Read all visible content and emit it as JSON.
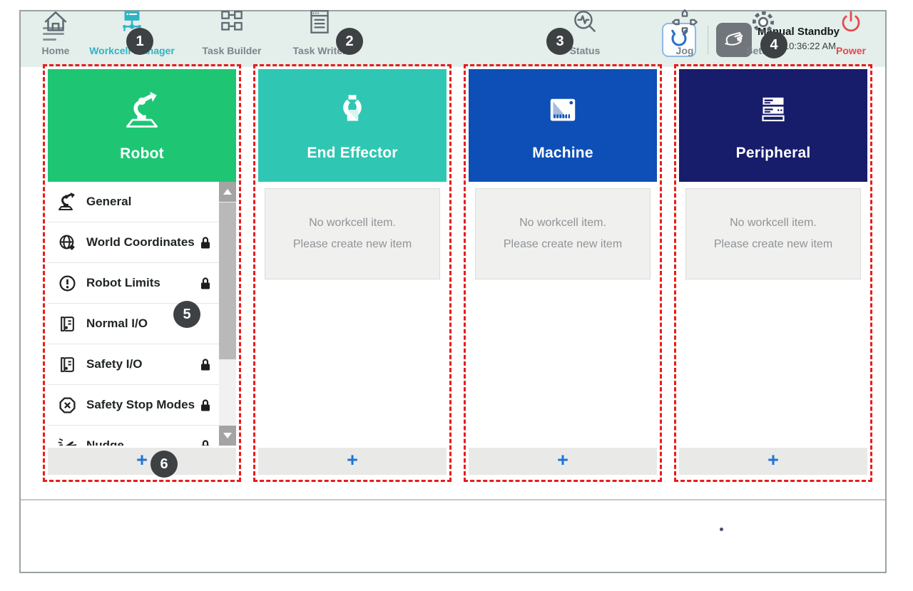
{
  "topbar": {
    "status_title": "Manual Standby",
    "status_datetime": "2.22 10:36:22 AM"
  },
  "callouts": [
    "1",
    "2",
    "3",
    "4",
    "5",
    "6"
  ],
  "columns": [
    {
      "title": "Robot",
      "color": "#1ec674"
    },
    {
      "title": "End Effector",
      "color": "#2fc7b3"
    },
    {
      "title": "Machine",
      "color": "#0d4fb6"
    },
    {
      "title": "Peripheral",
      "color": "#171c6b"
    }
  ],
  "robot_list": {
    "items": [
      {
        "label": "General",
        "locked": false
      },
      {
        "label": "World Coordinates",
        "locked": true
      },
      {
        "label": "Robot Limits",
        "locked": true
      },
      {
        "label": "Normal I/O",
        "locked": false
      },
      {
        "label": "Safety I/O",
        "locked": true
      },
      {
        "label": "Safety Stop Modes",
        "locked": true
      },
      {
        "label": "Nudge",
        "locked": true
      }
    ]
  },
  "empty_state": {
    "line1": "No workcell item.",
    "line2": "Please create new item"
  },
  "add_label": "+",
  "bottom_nav": {
    "left": [
      {
        "label": "Home"
      },
      {
        "label": "Workcell Manager",
        "active": true
      },
      {
        "label": "Task Builder"
      },
      {
        "label": "Task Writer"
      }
    ],
    "right": [
      {
        "label": "Status"
      },
      {
        "label": "Jog"
      },
      {
        "label": "Setting"
      },
      {
        "label": "Power"
      }
    ]
  },
  "colors": {
    "robot_green": "#1ec674",
    "end_effector_teal": "#2fc7b3",
    "machine_blue": "#0d4fb6",
    "peripheral_navy": "#171c6b",
    "active_nav_teal": "#2fb4c4",
    "power_red": "#e8474b",
    "callout_dash_red": "#e81c1c",
    "add_plus_blue": "#1d74d8",
    "topbar_mint": "#e4eeea"
  }
}
